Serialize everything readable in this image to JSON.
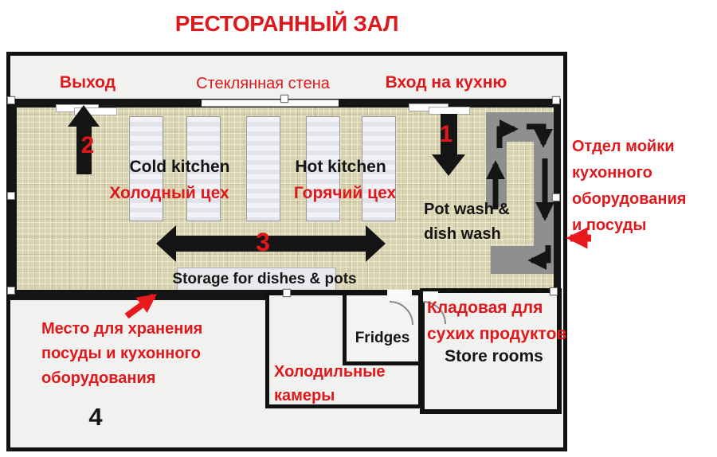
{
  "title": "РЕСТОРАННЫЙ ЗАЛ",
  "colors": {
    "accent_red": "#e0181b",
    "wall_black": "#151515",
    "floor_beige": "#d6d2b0",
    "wash_area_gray": "#8f8f8f"
  },
  "plan": {
    "top_labels": {
      "exit": "Выход",
      "glass_wall": "Стеклянная стена",
      "kitchen_entrance": "Вход на кухню"
    },
    "zones": {
      "cold_kitchen_en": "Cold kitchen",
      "cold_kitchen_ru": "Холодный цех",
      "hot_kitchen_en": "Hot kitchen",
      "hot_kitchen_ru": "Горячий цех",
      "pot_wash": "Pot wash &\ndish wash",
      "storage": "Storage for dishes & pots",
      "fridges": "Fridges",
      "store_rooms": "Store rooms"
    },
    "numbers": {
      "n1": "1",
      "n2": "2",
      "n3": "3",
      "n4": "4"
    }
  },
  "annotations": {
    "wash_dept": "Отдел мойки\nкухонного\nоборудования\nи посуды",
    "storage_place": "Место для хранения\nпосуды и кухонного\nоборудования",
    "cold_rooms": "Холодильные\nкамеры",
    "dry_storage": "Кладовая для\nсухих продуктов"
  }
}
